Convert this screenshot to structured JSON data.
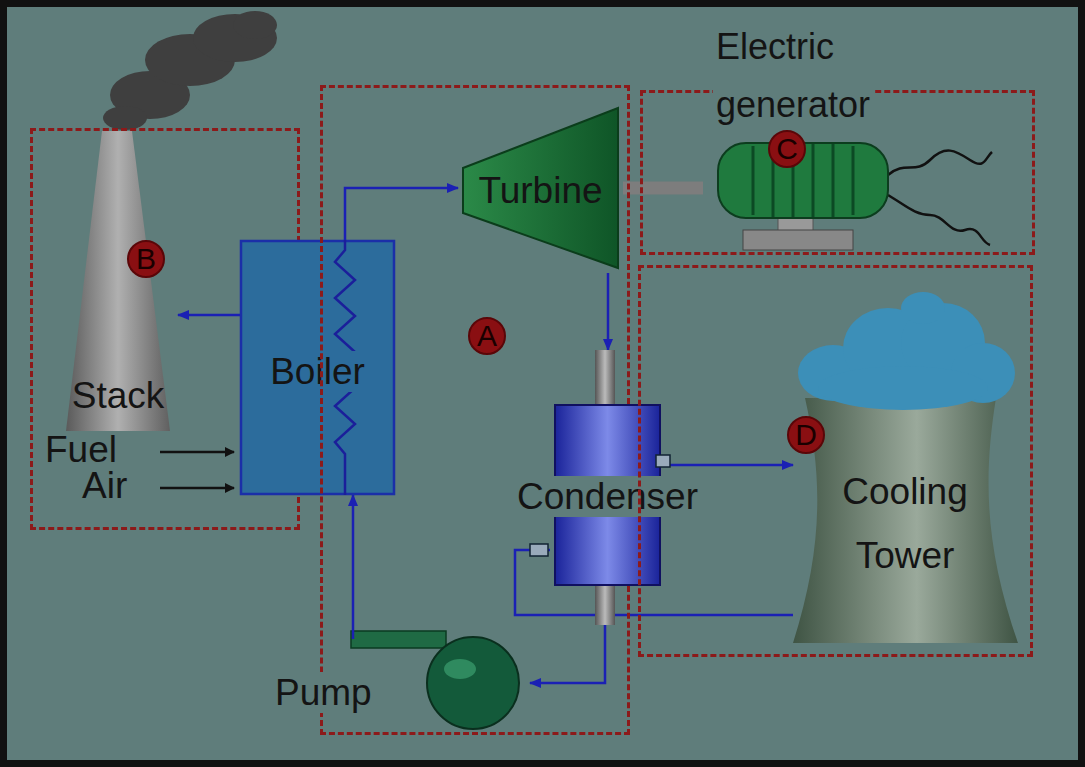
{
  "diagram": {
    "nodes": [
      {
        "text": [
          "B"
        ]
      },
      {
        "text": [
          "Stack"
        ],
        "in": 0
      },
      {
        "text": [
          "Boiler"
        ]
      },
      {
        "text": [
          "A"
        ]
      },
      {
        "text": [
          "Turbine"
        ],
        "in": 3
      },
      {
        "text": [
          "Condenser"
        ]
      },
      {
        "text": [
          "Pump"
        ],
        "in": 3
      },
      {
        "text": [
          "C"
        ]
      },
      {
        "text": [
          "Electric generator"
        ],
        "in": 7
      },
      {
        "text": [
          "D"
        ]
      },
      {
        "text": [
          "Cooling Tower"
        ],
        "in": 9
      }
    ],
    "edges": [
      {
        "from": 2,
        "to": 4,
        "arrow": "to"
      },
      {
        "from": 2,
        "to": 1,
        "arrow": "to"
      },
      {
        "from": 4,
        "to": 5,
        "arrow": "to"
      },
      {
        "from": 5,
        "to": 6,
        "arrow": "to"
      },
      {
        "from": 6,
        "to": 2,
        "arrow": "to"
      },
      {
        "from": 5,
        "to": 10,
        "arrow": "to"
      },
      {
        "from": 10,
        "to": 5,
        "arrow": "none"
      },
      {
        "from": 4,
        "to": 8,
        "arrow": "none"
      }
    ],
    "labels": [
      "Fuel",
      "Air"
    ]
  }
}
